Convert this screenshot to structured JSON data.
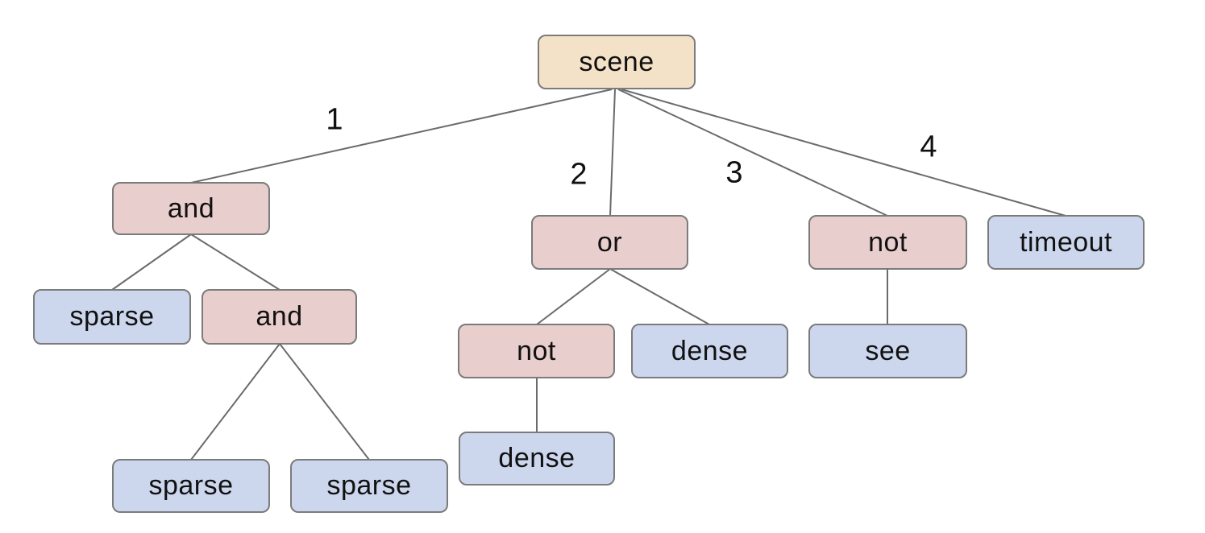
{
  "diagram": {
    "type": "tree",
    "background": "#ffffff",
    "colors": {
      "background": "#ffffff",
      "root_fill": "#f3e2c8",
      "operator_fill": "#e8cecc",
      "leaf_fill": "#ccd7ee",
      "node_border": "#7b7b7b",
      "edge_line": "#6b6b6b",
      "text": "#111111"
    },
    "nodes": [
      {
        "id": "scene",
        "label": "scene",
        "role": "root"
      },
      {
        "id": "and-1",
        "label": "and",
        "role": "operator"
      },
      {
        "id": "or-1",
        "label": "or",
        "role": "operator"
      },
      {
        "id": "not-1",
        "label": "not",
        "role": "operator"
      },
      {
        "id": "timeout",
        "label": "timeout",
        "role": "leaf"
      },
      {
        "id": "sparse-1",
        "label": "sparse",
        "role": "leaf"
      },
      {
        "id": "and-2",
        "label": "and",
        "role": "operator"
      },
      {
        "id": "not-2",
        "label": "not",
        "role": "operator"
      },
      {
        "id": "dense-1",
        "label": "dense",
        "role": "leaf"
      },
      {
        "id": "see",
        "label": "see",
        "role": "leaf"
      },
      {
        "id": "dense-2",
        "label": "dense",
        "role": "leaf"
      },
      {
        "id": "sparse-2",
        "label": "sparse",
        "role": "leaf"
      },
      {
        "id": "sparse-3",
        "label": "sparse",
        "role": "leaf"
      }
    ],
    "edges": [
      {
        "from": "scene",
        "to": "and-1",
        "label": "1"
      },
      {
        "from": "scene",
        "to": "or-1",
        "label": "2"
      },
      {
        "from": "scene",
        "to": "not-1",
        "label": "3"
      },
      {
        "from": "scene",
        "to": "timeout",
        "label": "4"
      },
      {
        "from": "and-1",
        "to": "sparse-1",
        "label": ""
      },
      {
        "from": "and-1",
        "to": "and-2",
        "label": ""
      },
      {
        "from": "and-2",
        "to": "sparse-2",
        "label": ""
      },
      {
        "from": "and-2",
        "to": "sparse-3",
        "label": ""
      },
      {
        "from": "or-1",
        "to": "not-2",
        "label": ""
      },
      {
        "from": "or-1",
        "to": "dense-1",
        "label": ""
      },
      {
        "from": "not-1",
        "to": "see",
        "label": ""
      },
      {
        "from": "not-2",
        "to": "dense-2",
        "label": ""
      }
    ]
  }
}
